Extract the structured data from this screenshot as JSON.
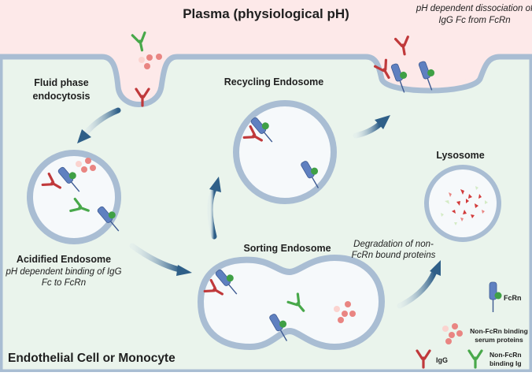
{
  "labels": {
    "plasma": "Plasma (physiological pH)",
    "dissociation": "pH dependent dissociation of IgG Fc from FcRn",
    "fluid_phase": "Fluid phase endocytosis",
    "recycling": "Recycling Endosome",
    "lysosome": "Lysosome",
    "acidified": "Acidified Endosome",
    "acidified_sub": "pH dependent binding of IgG Fc to FcRn",
    "sorting": "Sorting Endosome",
    "degradation": "Degradation of non-FcRn bound proteins",
    "cell": "Endothelial Cell or Monocyte"
  },
  "legend": {
    "fcrn": "FcRn",
    "non_fcrn_proteins": "Non-FcRn binding serum proteins",
    "igg": "IgG",
    "non_fcrn_ig": "Non-FcRn binding Ig"
  },
  "colors": {
    "plasma_bg": "#fde9e9",
    "cell_bg": "#eaf4ec",
    "membrane": "#a9bdd3",
    "membrane_edge": "#7d94ae",
    "igg": "#c0393b",
    "non_fcrn_ig": "#48a84a",
    "fcrn": "#5f80c0",
    "fcrn_dark": "#3d5a92",
    "serum_protein": "#e98582",
    "arrow": "#2f5f88"
  }
}
